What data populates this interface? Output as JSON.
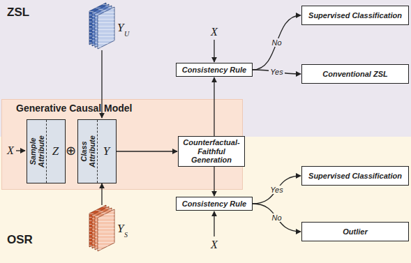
{
  "diagram": {
    "nodes": [
      {
        "text": [
          "ZSL"
        ]
      },
      {
        "text": [
          "Consistency Rule"
        ],
        "in": 0
      },
      {
        "text": [
          "Supervised Classification"
        ],
        "in": 0
      },
      {
        "text": [
          "Conventional ZSL"
        ],
        "in": 0
      },
      {
        "text": [
          "Generative Causal Model"
        ]
      },
      {
        "text": [
          "Sample Attribute",
          "Z"
        ],
        "in": 4
      },
      {
        "text": [
          "Class Attribute",
          "Y"
        ],
        "in": 4
      },
      {
        "text": [
          "Counterfactual-Faithful Generation"
        ],
        "in": 4
      },
      {
        "text": [
          "OSR"
        ]
      },
      {
        "text": [
          "Consistency Rule"
        ],
        "in": 8
      },
      {
        "text": [
          "Supervised Classification"
        ],
        "in": 8
      },
      {
        "text": [
          "Outlier"
        ],
        "in": 8
      }
    ],
    "edges": [
      {
        "from": 6,
        "to": 7,
        "arrow": "to"
      },
      {
        "from": 7,
        "to": 1,
        "arrow": "to"
      },
      {
        "from": 7,
        "to": 9,
        "arrow": "to"
      },
      {
        "from": 1,
        "to": 2,
        "label": "No",
        "arrow": "to"
      },
      {
        "from": 1,
        "to": 3,
        "label": "Yes",
        "arrow": "to"
      },
      {
        "from": 9,
        "to": 10,
        "label": "Yes",
        "arrow": "to"
      },
      {
        "from": 9,
        "to": 11,
        "label": "No",
        "arrow": "to"
      }
    ],
    "labels": [
      "X",
      "X",
      "X",
      "⊕",
      "Y",
      "U",
      "Y",
      "S"
    ]
  }
}
